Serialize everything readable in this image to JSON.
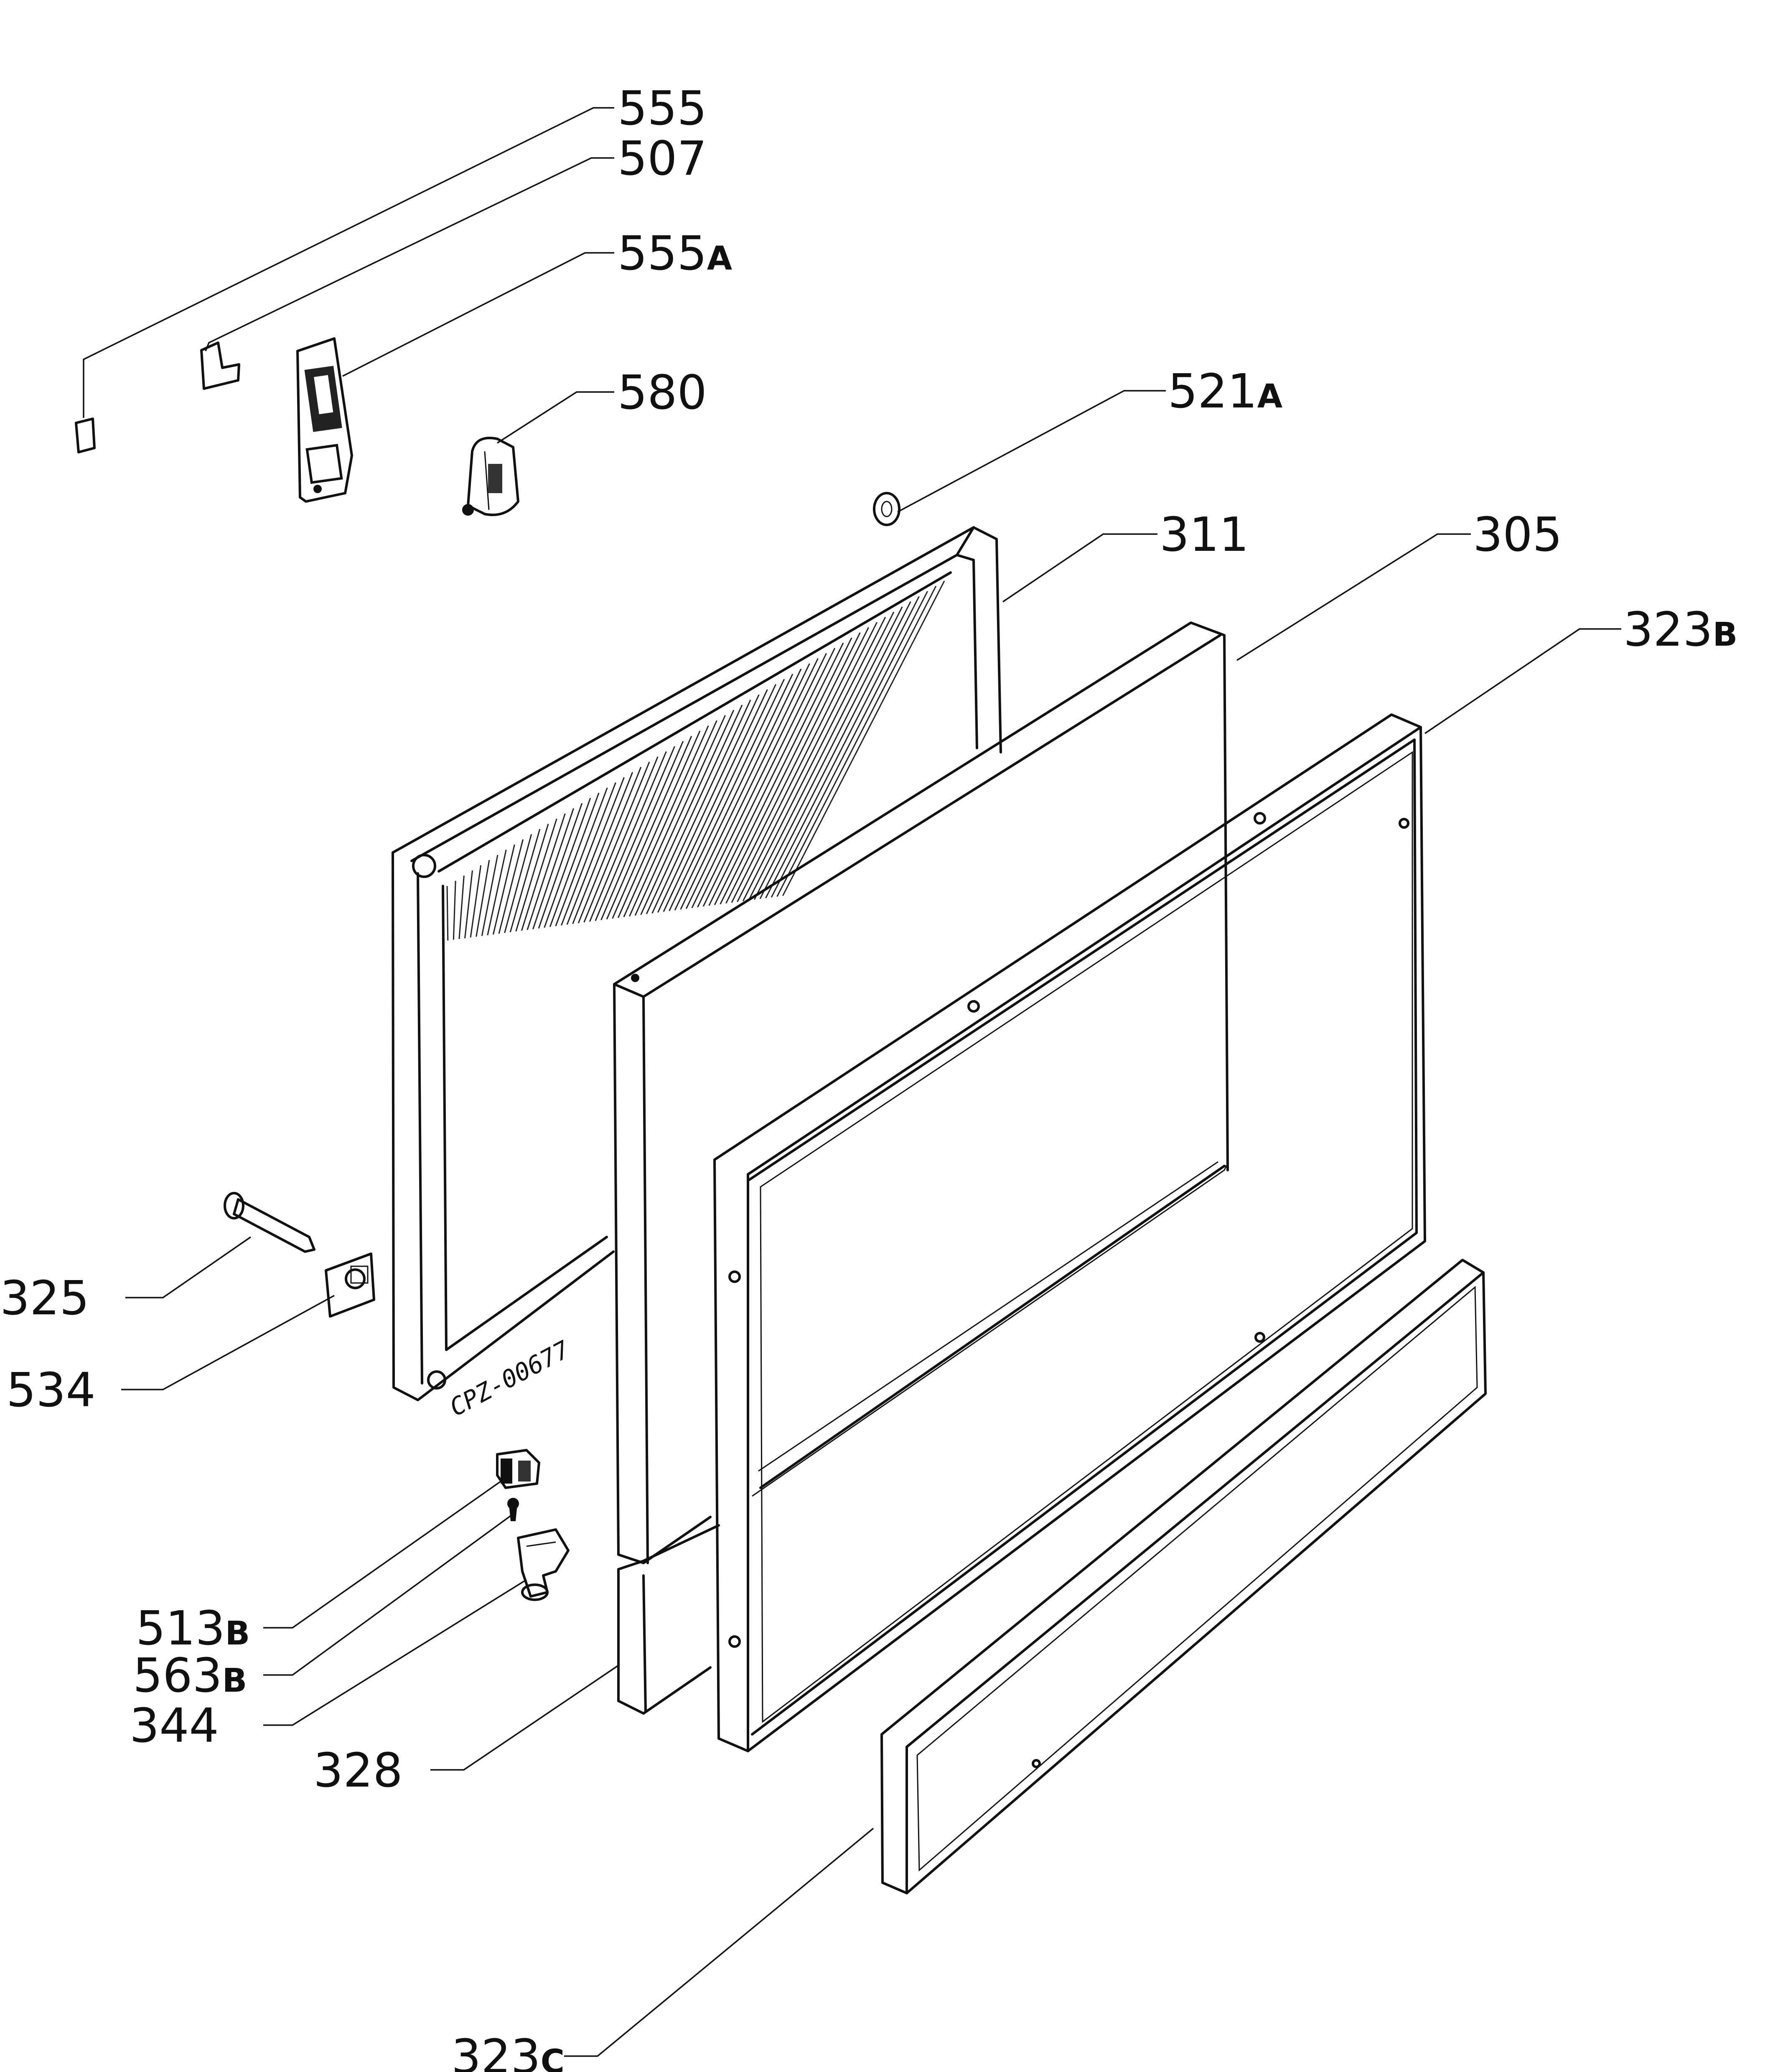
{
  "drawing_code": "CPZ-00677",
  "callouts": [
    {
      "id": "555",
      "num": "555",
      "suffix": ""
    },
    {
      "id": "507",
      "num": "507",
      "suffix": ""
    },
    {
      "id": "555A",
      "num": "555",
      "suffix": "A"
    },
    {
      "id": "580",
      "num": "580",
      "suffix": ""
    },
    {
      "id": "521A",
      "num": "521",
      "suffix": "A"
    },
    {
      "id": "311",
      "num": "311",
      "suffix": ""
    },
    {
      "id": "305",
      "num": "305",
      "suffix": ""
    },
    {
      "id": "323B",
      "num": "323",
      "suffix": "B"
    },
    {
      "id": "325",
      "num": "325",
      "suffix": ""
    },
    {
      "id": "534",
      "num": "534",
      "suffix": ""
    },
    {
      "id": "513B",
      "num": "513",
      "suffix": "B"
    },
    {
      "id": "563B",
      "num": "563",
      "suffix": "B"
    },
    {
      "id": "344",
      "num": "344",
      "suffix": ""
    },
    {
      "id": "328",
      "num": "328",
      "suffix": ""
    },
    {
      "id": "323C",
      "num": "323",
      "suffix": "C"
    }
  ]
}
